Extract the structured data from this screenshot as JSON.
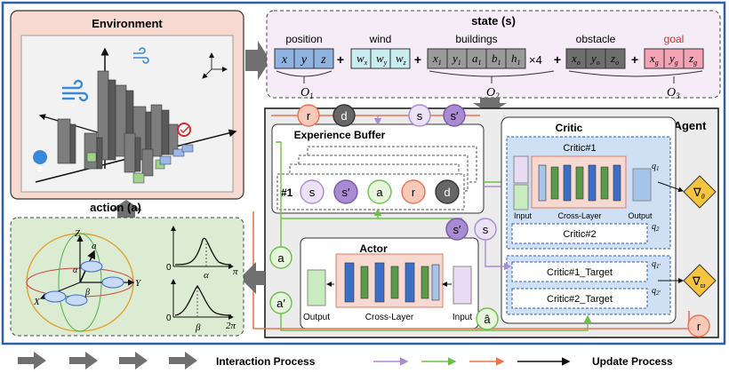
{
  "environment": {
    "title": "Environment"
  },
  "action": {
    "title": "action (a)",
    "alpha": "α",
    "beta": "β",
    "pi": "π",
    "two_pi": "2π",
    "zero1": "0",
    "zero2": "0",
    "axis_z": "Z",
    "axis_x": "X",
    "axis_y": "Y",
    "axis_a": "a"
  },
  "state": {
    "title": "state (s)",
    "position": {
      "label": "position",
      "cells": [
        "x",
        "y",
        "z"
      ],
      "group": "O",
      "group_sub": "1"
    },
    "wind": {
      "label": "wind",
      "cells": [
        "w",
        "w",
        "w"
      ],
      "subs": [
        "x",
        "y",
        "z"
      ]
    },
    "buildings": {
      "label": "buildings",
      "cells": [
        "x",
        "y",
        "a",
        "b",
        "h"
      ],
      "subs": [
        "1",
        "1",
        "1",
        "1",
        "1"
      ],
      "times": "×4",
      "group": "O",
      "group_sub": "2"
    },
    "obstacle": {
      "label": "obstacle",
      "cells": [
        "x",
        "y",
        "z"
      ],
      "subs": [
        "o",
        "o",
        "o"
      ]
    },
    "goal": {
      "label": "goal",
      "cells": [
        "x",
        "y",
        "z"
      ],
      "subs": [
        "g",
        "g",
        "g"
      ],
      "group": "O",
      "group_sub": "3"
    },
    "plus": "+"
  },
  "agent": {
    "title": "Agent"
  },
  "buffer": {
    "title": "Experience Buffer",
    "row_label": "#1",
    "items": [
      "s",
      "s′",
      "a",
      "r",
      "d"
    ]
  },
  "top_signals": {
    "r": "r",
    "d": "d",
    "s": "s",
    "s_prime": "s′"
  },
  "actor": {
    "title": "Actor",
    "output": "Output",
    "cross_layer": "Cross-Layer",
    "input": "Input"
  },
  "critic": {
    "title": "Critic",
    "critic1": "Critic#1",
    "input": "Input",
    "cross_layer": "Cross-Layer",
    "output": "Output",
    "critic2": "Critic#2",
    "critic1_target": "Critic#1_Target",
    "critic2_target": "Critic#2_Target",
    "q1": "q",
    "q1_sub": "1",
    "q2": "q",
    "q2_sub": "2",
    "q1p": "q",
    "q1p_sub": "1′",
    "q2p": "q",
    "q2p_sub": "2′"
  },
  "gradients": {
    "theta": "∇",
    "theta_sub": "θ",
    "phi": "∇",
    "phi_sub": "ϖ"
  },
  "side_signals": {
    "a": "a",
    "a_prime": "a′",
    "a_hat": "â",
    "s_prime": "s′",
    "s": "s",
    "r": "r"
  },
  "legend": {
    "interaction": "Interaction Process",
    "update": "Update Process"
  },
  "colors": {
    "purple": "#a98bd3",
    "green": "#6cc04a",
    "orange": "#ec7350",
    "black": "#111111",
    "blue_frame": "#2f5fa8"
  }
}
